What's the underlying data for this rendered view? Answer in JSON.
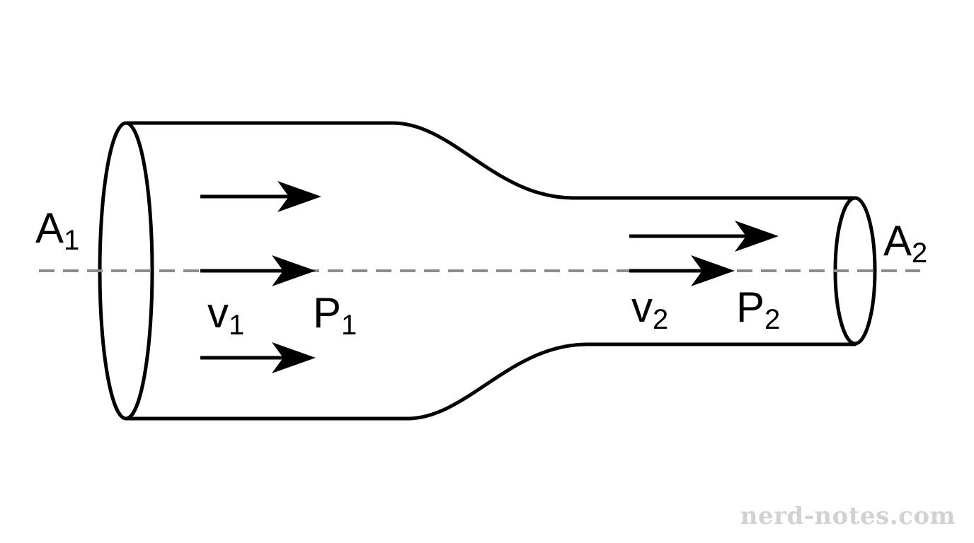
{
  "labels": {
    "area_inlet": {
      "main": "A",
      "sub": "1"
    },
    "area_outlet": {
      "main": "A",
      "sub": "2"
    },
    "velocity_inlet": {
      "main": "v",
      "sub": "1"
    },
    "velocity_outlet": {
      "main": "v",
      "sub": "2"
    },
    "pressure_inlet": {
      "main": "P",
      "sub": "1"
    },
    "pressure_outlet": {
      "main": "P",
      "sub": "2"
    }
  },
  "watermark": "nerd-notes.com",
  "colors": {
    "stroke": "#000000",
    "centerline": "#8c8c8c",
    "watermark": "#d2d2d2",
    "background": "#ffffff"
  }
}
